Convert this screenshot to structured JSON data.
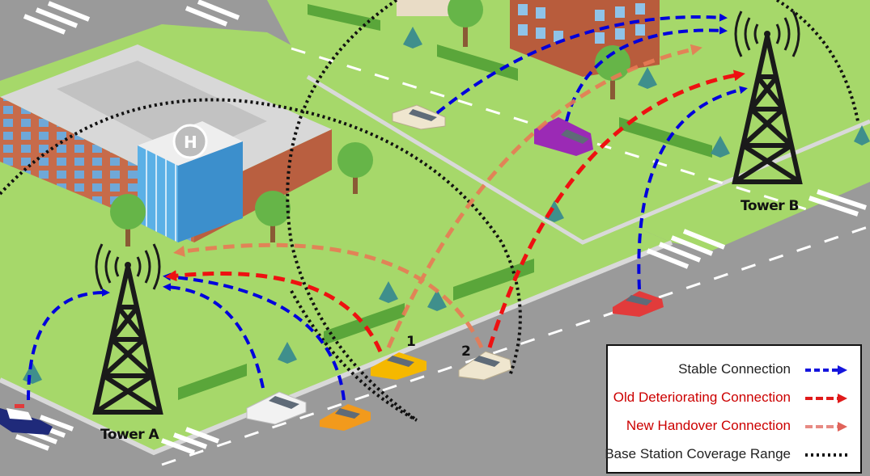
{
  "towers": [
    {
      "id": "tower-a",
      "label": "Tower A"
    },
    {
      "id": "tower-b",
      "label": "Tower B"
    }
  ],
  "cars": [
    {
      "id": "car-1",
      "label": "1",
      "color": "#f5b800"
    },
    {
      "id": "car-2",
      "label": "2",
      "color": "#efe6cf"
    }
  ],
  "colors": {
    "stable": "#0000dd",
    "old": "#ee1111",
    "new": "#e87a55",
    "coverage": "#111111",
    "grass": "#a6d86a",
    "road": "#8f8f8f"
  },
  "legend": {
    "items": [
      {
        "label": "Stable Connection",
        "style": "stable",
        "color": "#1515dd"
      },
      {
        "label": "Old Deteriorating Connection",
        "style": "old",
        "color": "#e01a1a"
      },
      {
        "label": "New Handover Connection",
        "style": "new",
        "color": "#e0635a"
      },
      {
        "label": "Base Station Coverage Range",
        "style": "coverage",
        "color": "#111111"
      }
    ]
  }
}
